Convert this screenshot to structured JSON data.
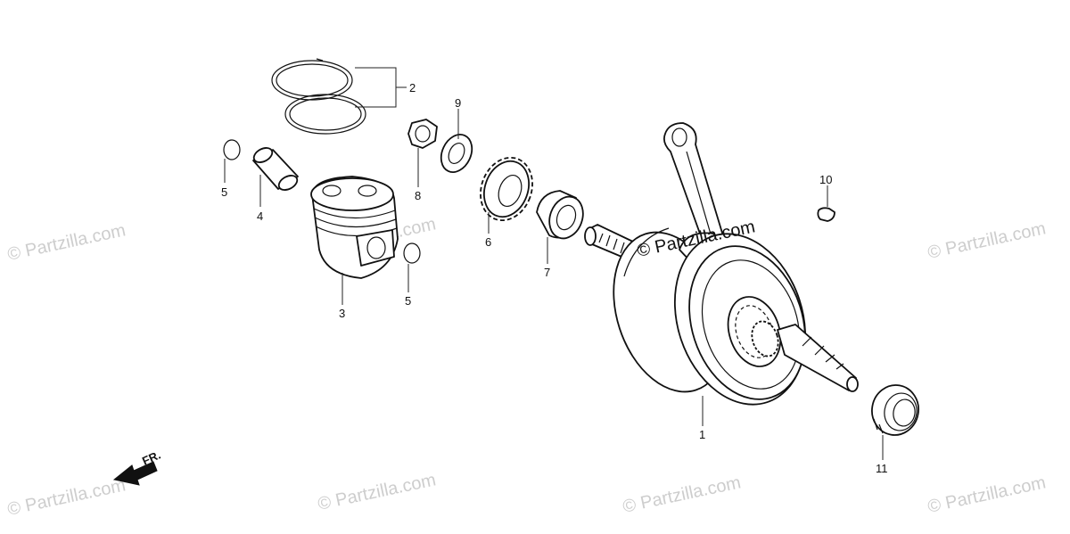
{
  "diagram": {
    "front_marker": "FR.",
    "callouts": {
      "c1": "1",
      "c2": "2",
      "c3": "3",
      "c4": "4",
      "c5a": "5",
      "c5b": "5",
      "c6": "6",
      "c7": "7",
      "c8": "8",
      "c9": "9",
      "c10": "10",
      "c11": "11"
    },
    "watermark": "© Partzilla.com",
    "watermark_overlay": "© Partzilla.com"
  },
  "colors": {
    "line": "#111111",
    "watermark": "#bdbdbd",
    "background": "#ffffff"
  }
}
